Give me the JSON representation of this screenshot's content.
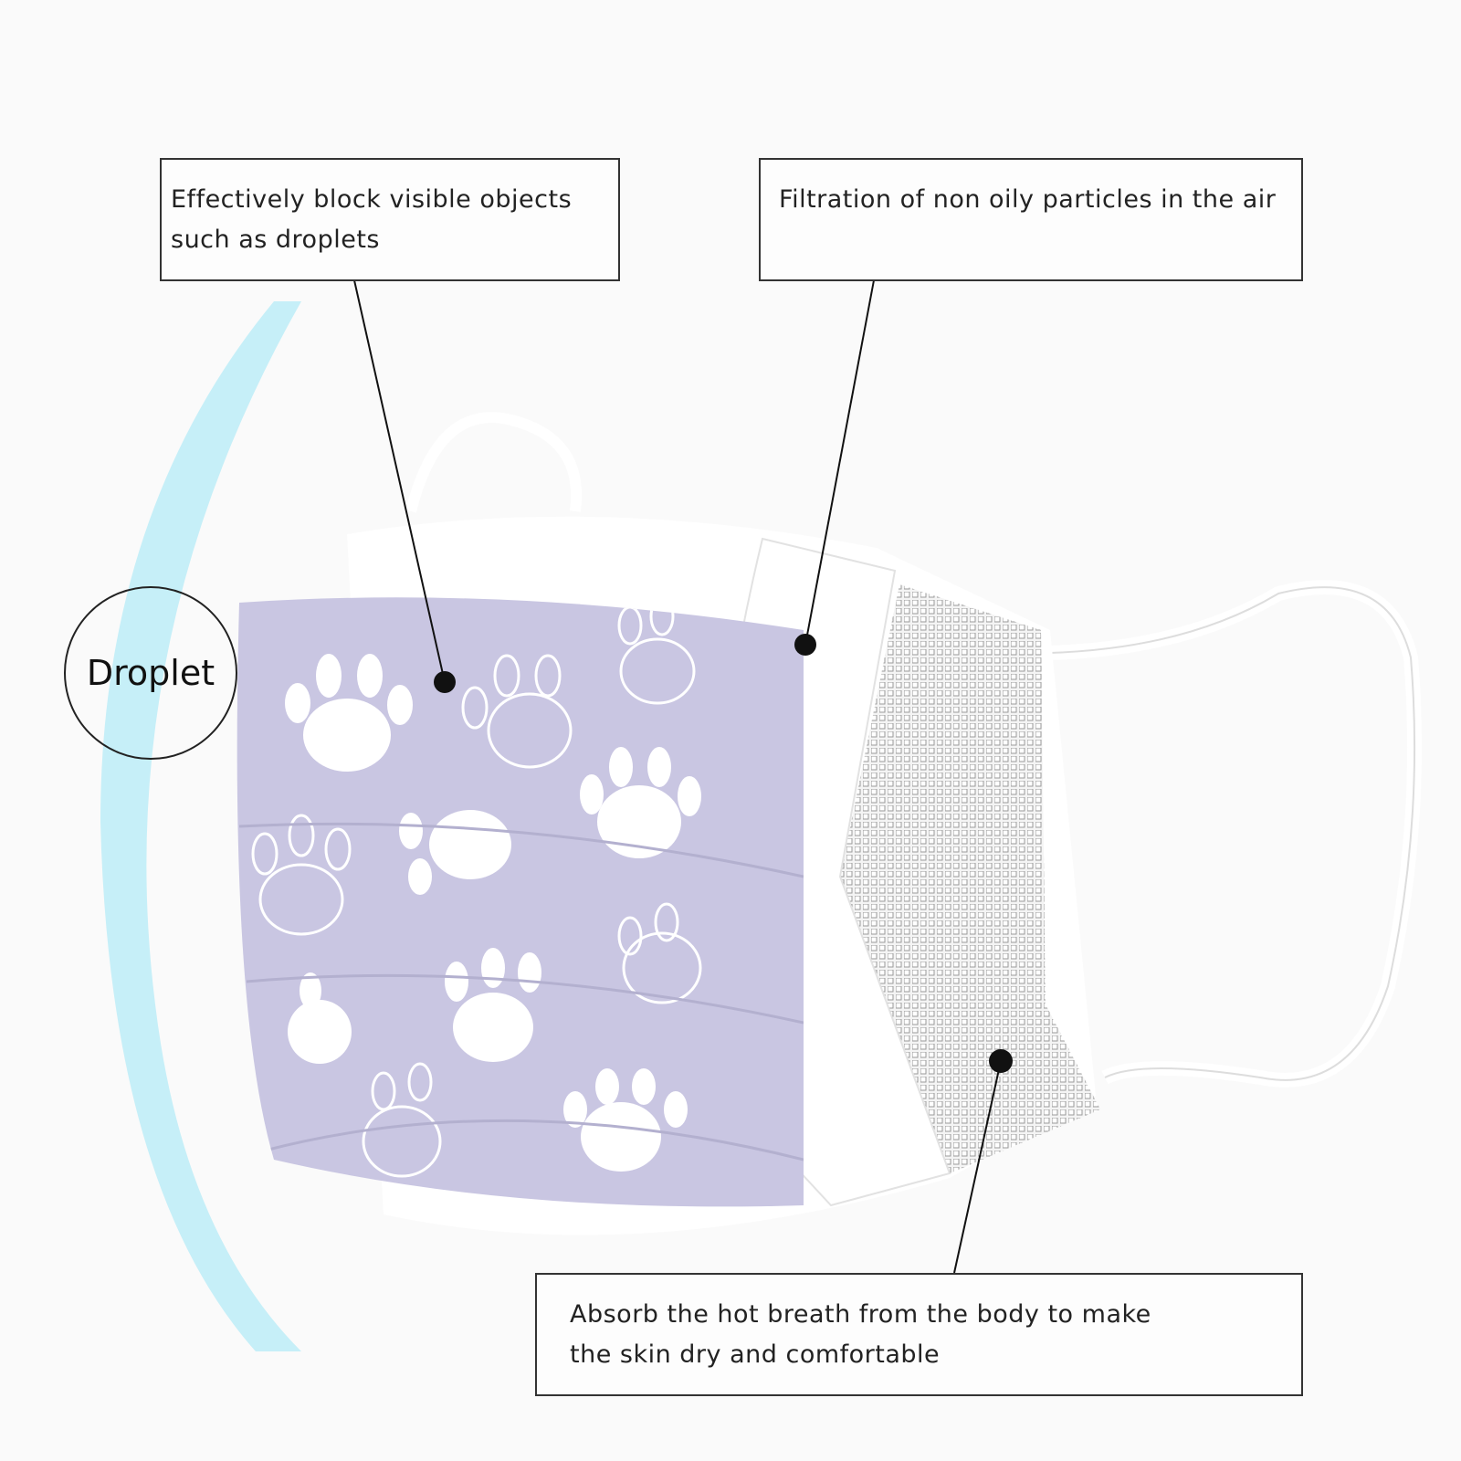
{
  "callouts": {
    "outer_layer": "Effectively block visible objects such as droplets",
    "middle_layer": "Filtration of non oily particles in the air",
    "inner_layer": "Absorb the hot breath from the body to make the skin dry and comfortable"
  },
  "droplet_label": "Droplet",
  "colors": {
    "outer_layer": "#c9c6e2",
    "glow": "#a9e6f5",
    "background": "#fafafa"
  }
}
